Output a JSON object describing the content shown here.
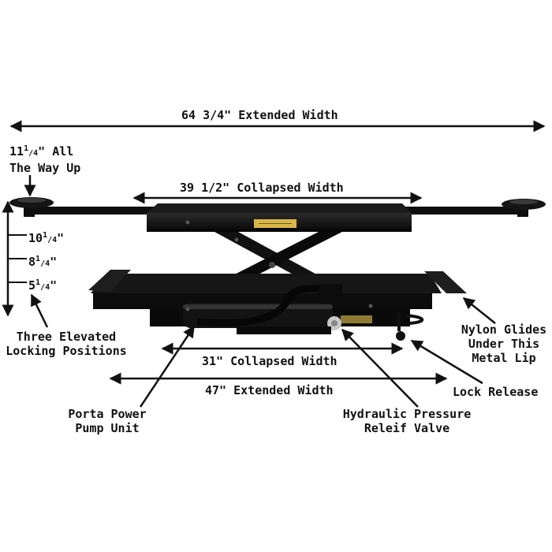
{
  "dimensions": {
    "extended_width_top": "64 3/4\" Extended Width",
    "collapsed_width_top": "39 1/2\" Collapsed Width",
    "collapsed_width_bottom": "31\" Collapsed Width",
    "extended_width_bottom": "47\" Extended Width"
  },
  "heights": {
    "all_the_way_up_line1_prefix": "11",
    "all_the_way_up_fraction_num": "1",
    "all_the_way_up_fraction_den": "4",
    "all_the_way_up_line1_suffix": "\" All",
    "all_the_way_up_line2": "The Way Up",
    "h1_whole": "10",
    "h2_whole": "8",
    "h3_whole": "5",
    "fraction_num": "1",
    "fraction_den": "4",
    "inch_mark": "\""
  },
  "callouts": {
    "three_elevated_line1": "Three Elevated",
    "three_elevated_line2": "Locking Positions",
    "nylon_line1": "Nylon Glides",
    "nylon_line2": "Under This",
    "nylon_line3": "Metal Lip",
    "lock_release": "Lock Release",
    "porta_line1": "Porta Power",
    "porta_line2": "Pump Unit",
    "hydraulic_line1": "Hydraulic Pressure",
    "hydraulic_line2": "Releif Valve"
  },
  "colors": {
    "machine": "#0e0e0e",
    "machine_highlight": "#3a3a3a",
    "label_plate": "#d9b64a",
    "ink": "#111111"
  }
}
